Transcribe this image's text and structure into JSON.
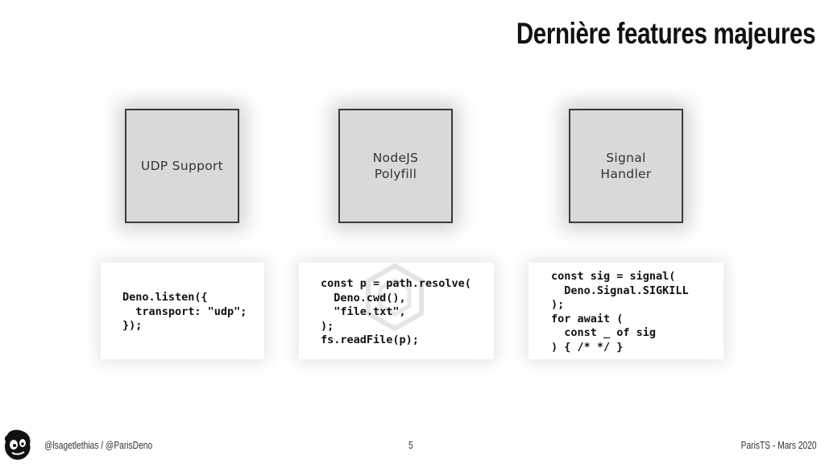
{
  "slide": {
    "title": "Dernière features majeures"
  },
  "features": [
    {
      "label": "UDP Support"
    },
    {
      "label": "NodeJS\nPolyfill"
    },
    {
      "label": "Signal\nHandler"
    }
  ],
  "code": {
    "udp": "Deno.listen({\n  transport: \"udp\";\n});",
    "node": "const p = path.resolve(\n  Deno.cwd(),\n  \"file.txt\",\n);\nfs.readFile(p);",
    "signal": "const sig = signal(\n  Deno.Signal.SIGKILL\n);\nfor await (\n  const _ of sig\n) { /* */ }"
  },
  "footer": {
    "handles": "@lsagetlethias / @ParisDeno",
    "page_number": "5",
    "event": "ParisTS - Mars 2020"
  },
  "icons": {
    "avatar": "avatar-icon",
    "watermark": "nodejs-hexagon-icon"
  },
  "colors": {
    "box_fill": "#d9d9d9",
    "box_border": "#3a3a3a",
    "text": "#111111"
  }
}
